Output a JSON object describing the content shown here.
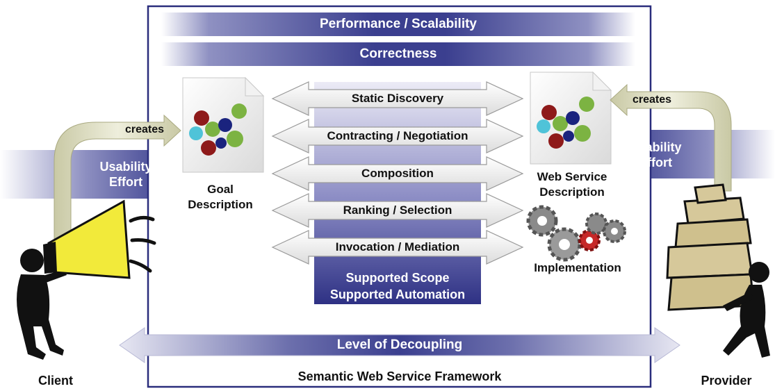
{
  "bands": {
    "performance": "Performance / Scalability",
    "correctness": "Correctness"
  },
  "usability_left": {
    "line1": "Usability",
    "line2": "Effort"
  },
  "usability_right": {
    "line1": "Usability",
    "line2": "Effort"
  },
  "creates_left": "creates",
  "creates_right": "creates",
  "goal": {
    "line1": "Goal",
    "line2": "Description"
  },
  "webservice": {
    "line1": "Web Service",
    "line2": "Description"
  },
  "implementation": "Implementation",
  "activities": [
    "Static Discovery",
    "Contracting / Negotiation",
    "Composition",
    "Ranking / Selection",
    "Invocation / Mediation"
  ],
  "scope": {
    "line1": "Supported Scope",
    "line2": "Supported Automation"
  },
  "decoupling": "Level of Decoupling",
  "framework_title": "Semantic Web Service Framework",
  "client_label": "Client",
  "provider_label": "Provider",
  "colors": {
    "navy": "#2a2d7c",
    "band_dark": "#3b3f8f",
    "band_light": "#e8e8f4",
    "arrow_fill": "#efefef",
    "creates_fill": "#e8e8cf"
  }
}
